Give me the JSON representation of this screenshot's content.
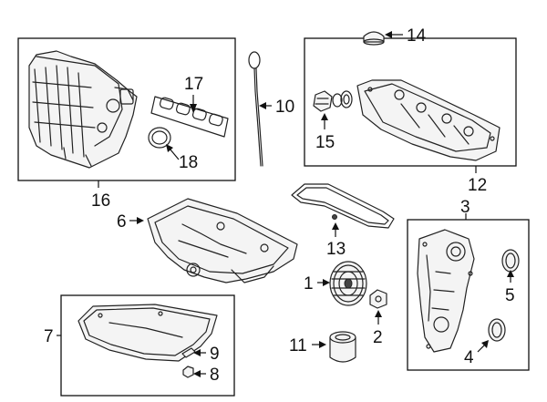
{
  "callouts": {
    "c1": "1",
    "c2": "2",
    "c3": "3",
    "c4": "4",
    "c5": "5",
    "c6": "6",
    "c7": "7",
    "c8": "8",
    "c9": "9",
    "c10": "10",
    "c11": "11",
    "c12": "12",
    "c13": "13",
    "c14": "14",
    "c15": "15",
    "c16": "16",
    "c17": "17",
    "c18": "18"
  },
  "parts": {
    "intake_manifold": "intake-manifold",
    "manifold_gasket": "manifold-gasket",
    "throttle_gasket": "throttle-gasket",
    "dipstick": "oil-dipstick",
    "valve_cover": "valve-cover",
    "oil_filler_cap": "oil-filler-cap",
    "pcv_valve": "pcv-valve",
    "valve_cover_gasket": "valve-cover-gasket",
    "upper_oil_pan": "upper-oil-pan",
    "lower_oil_pan": "lower-oil-pan",
    "crank_pulley": "crankshaft-pulley",
    "pulley_bolt": "pulley-bolt",
    "oil_filter": "oil-filter",
    "timing_cover": "timing-cover",
    "front_seal": "front-crank-seal",
    "cam_seal": "camshaft-seal",
    "drain_plug": "drain-plug",
    "drain_washer": "drain-washer"
  }
}
